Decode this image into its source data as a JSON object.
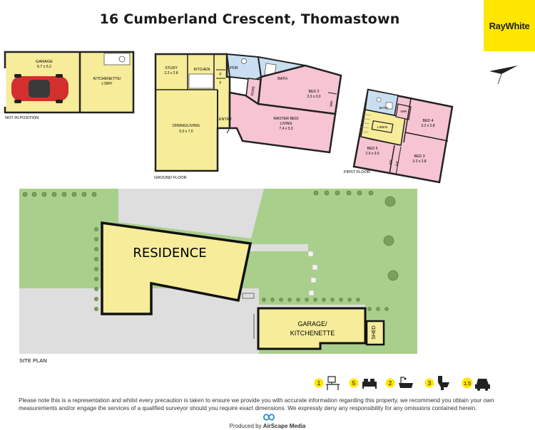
{
  "header": {
    "title": "16 Cumberland Crescent, Thomastown",
    "brand": "RayWhite"
  },
  "garage_plan": {
    "garage_label": "GARAGE",
    "garage_dims": "6.7 x 5.2",
    "kitchenette_label": "KITCHENETTE/",
    "kitchenette_label2": "L'DRY",
    "note": "NOT IN POSITION"
  },
  "ground_floor": {
    "caption": "GROUND FLOOR",
    "study": "STUDY",
    "study_dims": "2.2 x 2.8",
    "kitchen": "KITCHEN",
    "f1": "F",
    "f2": "F",
    "pdr": "PDR",
    "bath": "BATH",
    "robe": "ROBE",
    "bed2": "BED 2",
    "bed2_dims": "3.3 x 3.0",
    "wir": "WIR",
    "entry": "ENTRY",
    "dining": "DINING/LIVING",
    "dining_dims": "5.0 x 7.0",
    "master": "MASTER BED/",
    "master2": "LIVING",
    "master_dims": "7.4 x 3.3"
  },
  "first_floor": {
    "caption": "FIRST FLOOR",
    "bath": "BATH",
    "wir": "WIR",
    "bed4": "BED 4",
    "bed4_dims": "3.2 x 2.8",
    "linen": "LINEN",
    "bed5": "BED 5",
    "bed5_dims": "2.9 x 3.0",
    "bed3": "BED 3",
    "bed3_dims": "3.2 x 2.8",
    "br1": "BIR",
    "br2": "BIR"
  },
  "site_plan": {
    "caption": "SITE PLAN",
    "residence": "RESIDENCE",
    "garage": "GARAGE/",
    "garage2": "KITCHENETTE",
    "shed": "SHED"
  },
  "features": [
    {
      "count": "1",
      "icon": "study-desk-icon"
    },
    {
      "count": "5",
      "icon": "bed-icon"
    },
    {
      "count": "2",
      "icon": "bath-icon"
    },
    {
      "count": "3",
      "icon": "toilet-icon"
    },
    {
      "count": "1.5",
      "icon": "car-icon"
    }
  ],
  "footer": {
    "disclaimer": "Please note this is a representation and whilst every precaution is taken to ensure we provide you with accurate information regarding this property, we recommend you obtain your own measurements and/or engage the services of a qualified surveyor should you require exact dimensions. We expressly deny any responsibility for any omissions contained herein.",
    "produced_prefix": "Produced by ",
    "produced_brand": "AirScape Media"
  },
  "colors": {
    "brand_yellow": "#ffe600",
    "living_yellow": "#f6ec9a",
    "bedroom_pink": "#f6c4d2",
    "wet_blue": "#c9dff1",
    "lawn_green": "#a9cf8c",
    "paving_grey": "#dedede"
  }
}
